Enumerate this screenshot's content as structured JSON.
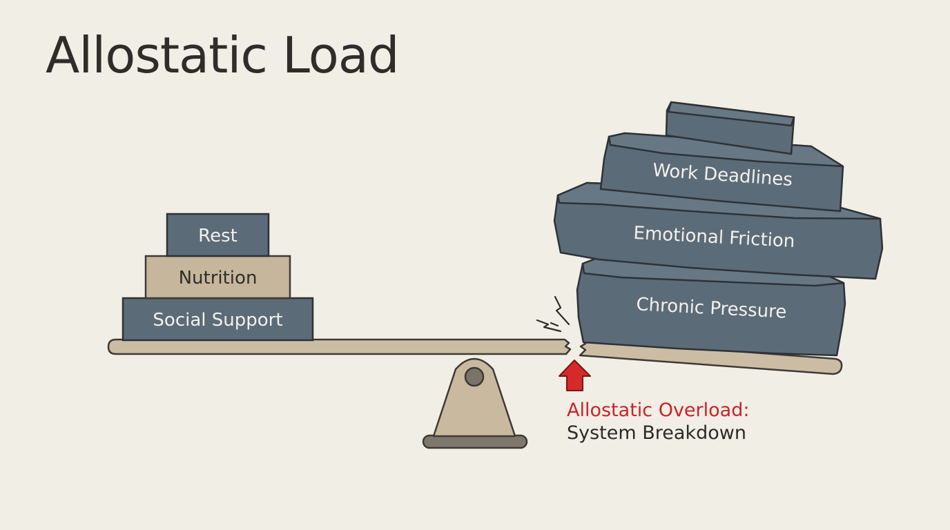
{
  "title": "Allostatic Load",
  "resources": {
    "rest": "Rest",
    "nutrition": "Nutrition",
    "social_support": "Social Support"
  },
  "stressors": {
    "work_deadlines": "Work Deadlines",
    "emotional_friction": "Emotional Friction",
    "chronic_pressure": "Chronic Pressure"
  },
  "overload": {
    "heading": "Allostatic Overload:",
    "subheading": "System Breakdown"
  },
  "colors": {
    "background": "#f1eee5",
    "stone": "#5c6b78",
    "tan": "#c6b69c",
    "plank": "#cbbda4",
    "alert": "#c8232a"
  }
}
